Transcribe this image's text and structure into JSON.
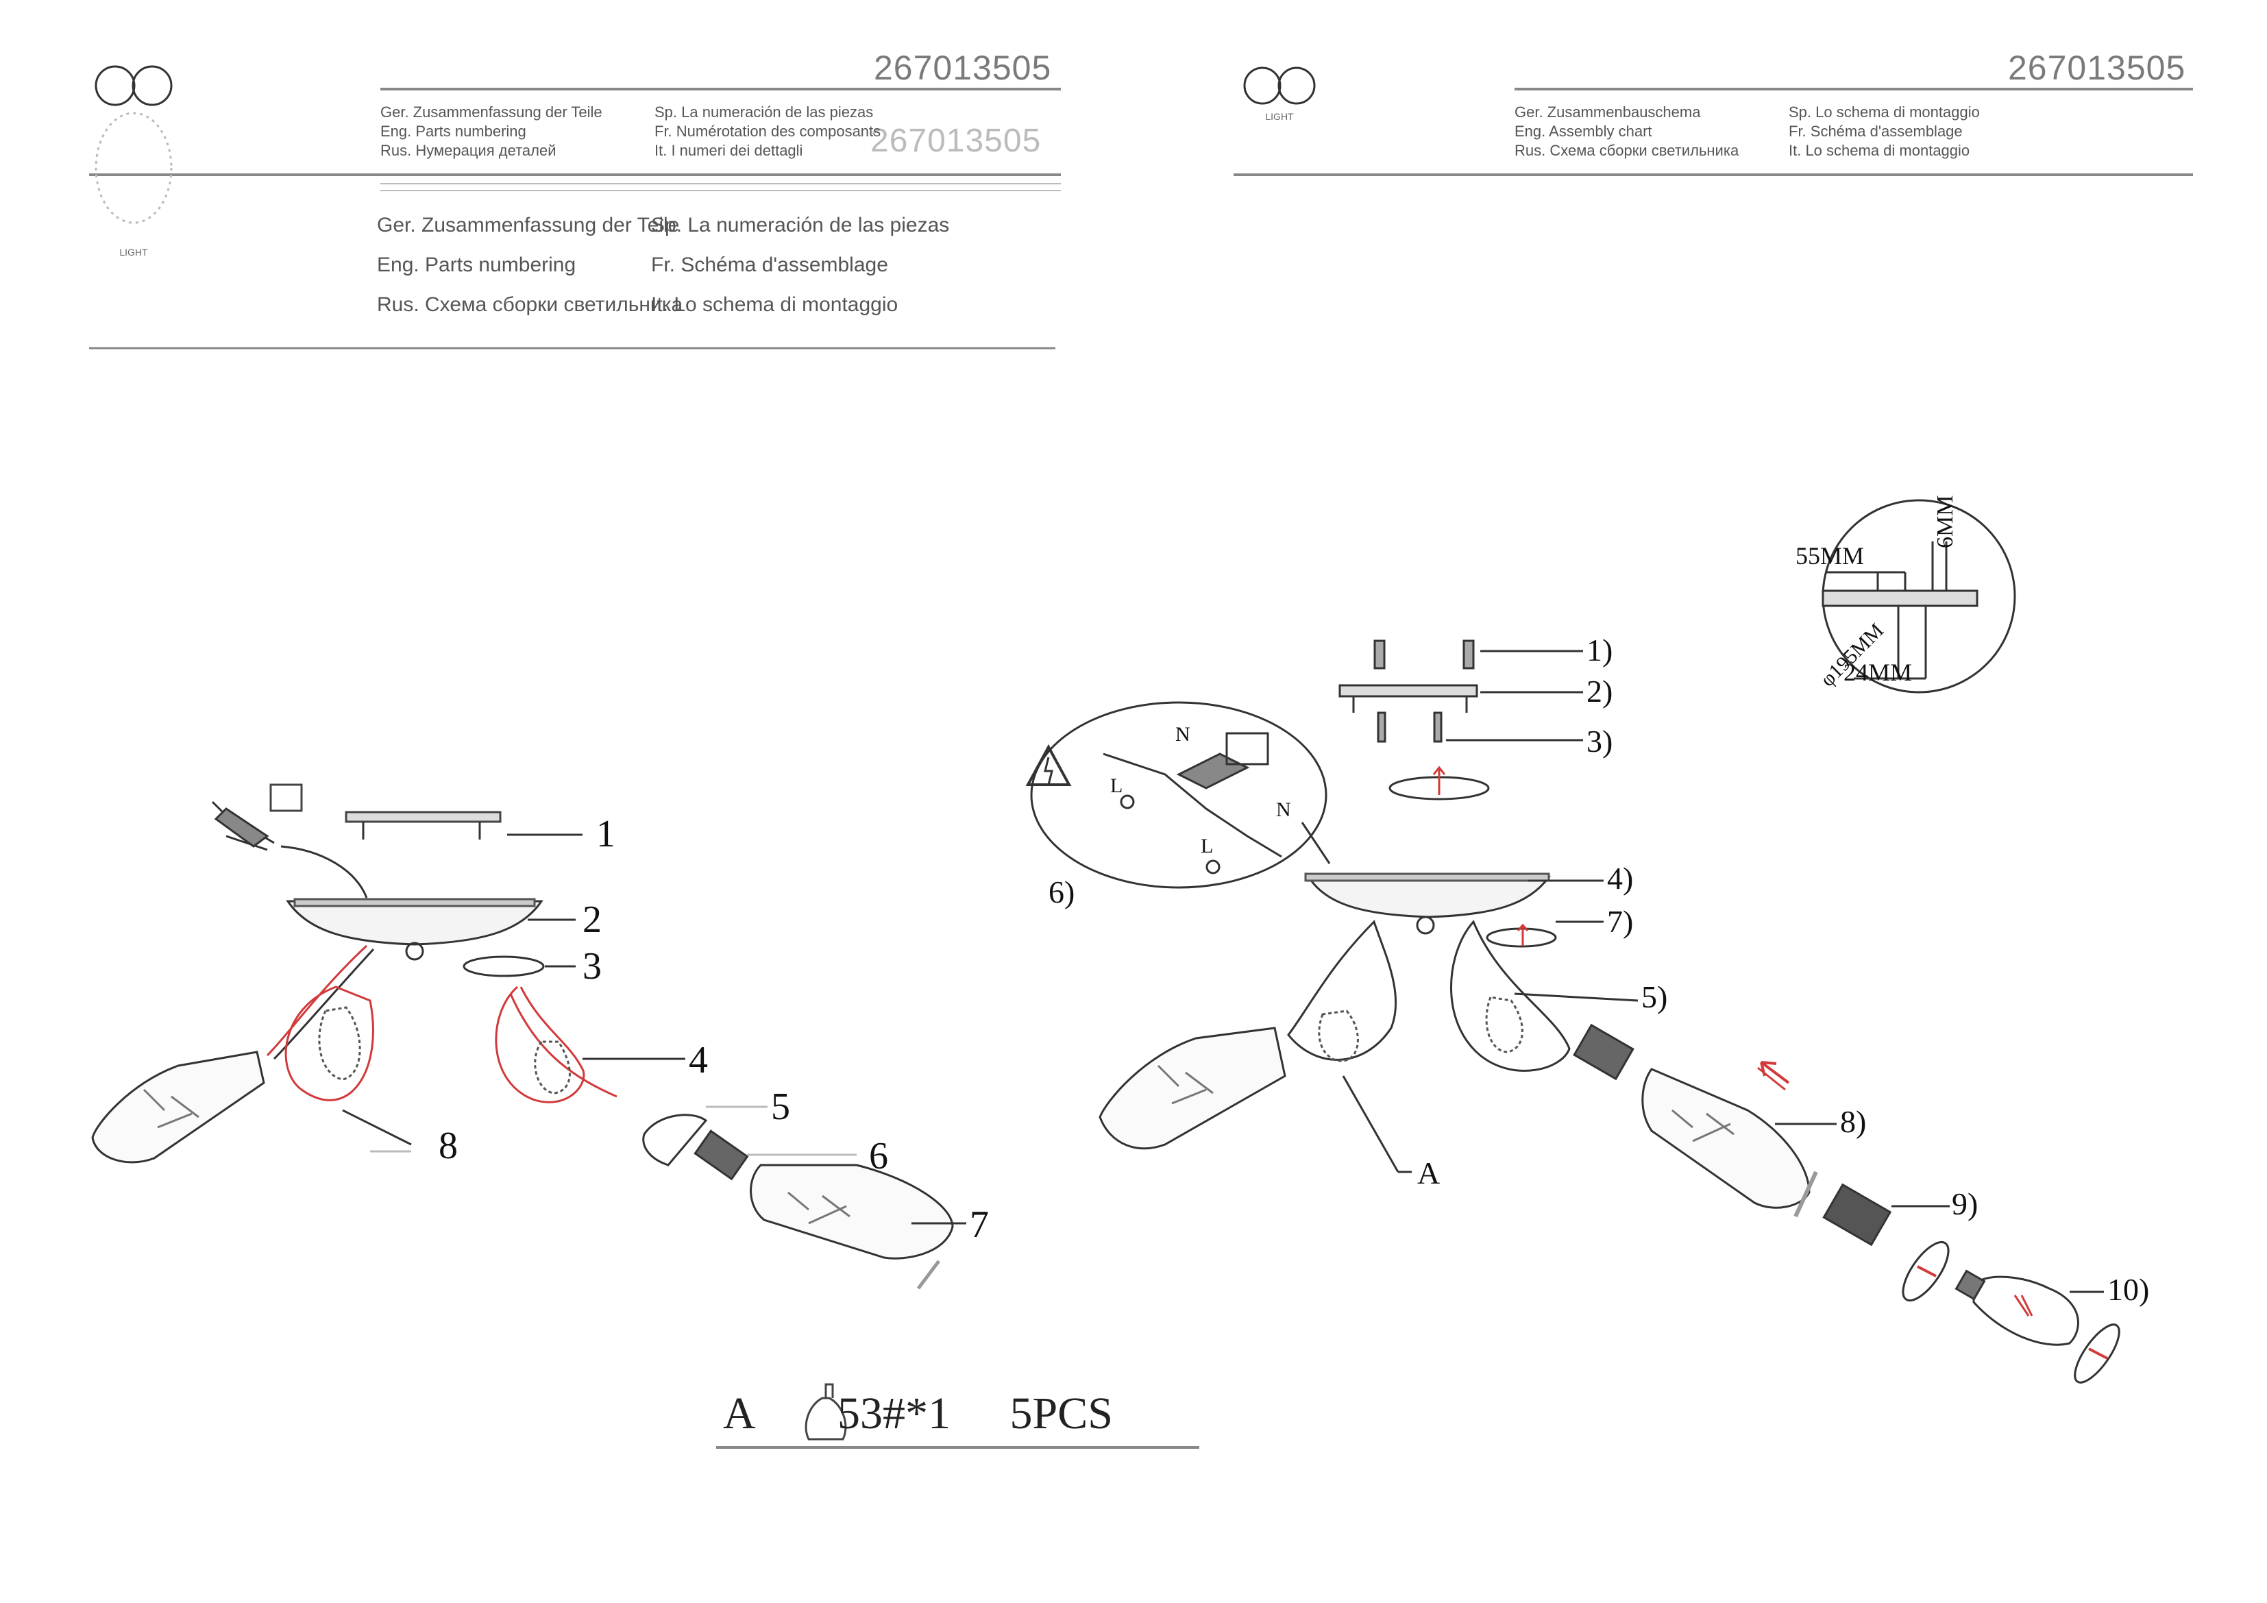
{
  "page_left": {
    "product_code": "267013505",
    "product_code_ghost": "267013505",
    "header_rows": [
      {
        "de": "Ger. Zusammenfassung der Teile",
        "sp": "Sp. La numeración de las piezas"
      },
      {
        "de": "Eng. Parts numbering",
        "sp": "Fr. Numérotation des composants"
      },
      {
        "de": "Rus. Нумерация деталей",
        "sp": "It. I numeri dei dettagli"
      }
    ],
    "header_rows_large": [
      {
        "de": "Ger. Zusammenfassung der Teile",
        "sp": "Sp. La numeración de las piezas"
      },
      {
        "de": "Eng. Parts numbering",
        "sp": "Fr. Schéma d'assemblage"
      },
      {
        "de": "Rus. Схема сборки светильника",
        "sp": "It. Lo schema di montaggio"
      }
    ],
    "logo_caption": "LIGHT",
    "part_labels": [
      "1",
      "2",
      "3",
      "4",
      "5",
      "6",
      "7",
      "8"
    ]
  },
  "page_right": {
    "product_code": "267013505",
    "header_rows": [
      {
        "de": "Ger. Zusammenbauschema",
        "sp": "Sp. Lo schema di montaggio"
      },
      {
        "de": "Eng. Assembly chart",
        "sp": "Fr. Schéma d'assemblage"
      },
      {
        "de": "Rus. Схема сборки светильника",
        "sp": "It. Lo schema di montaggio"
      }
    ],
    "logo_caption": "LIGHT",
    "part_labels": [
      "1)",
      "2)",
      "3)",
      "4)",
      "5)",
      "6)",
      "7)",
      "8)",
      "9)",
      "10)"
    ],
    "callout_a": "A",
    "wiring": {
      "n1": "N",
      "l1": "L",
      "n2": "N",
      "l2": "L"
    },
    "dimensions": {
      "d1": "55MM",
      "d2": "6MM",
      "d3": "φ195MM",
      "d4": "24MM"
    }
  },
  "bulb_spec": {
    "ref": "A",
    "text": "53#*1",
    "qty": "5PCS"
  },
  "colors": {
    "line": "#333333",
    "accent": "#d23a3a",
    "rule": "#777777"
  }
}
